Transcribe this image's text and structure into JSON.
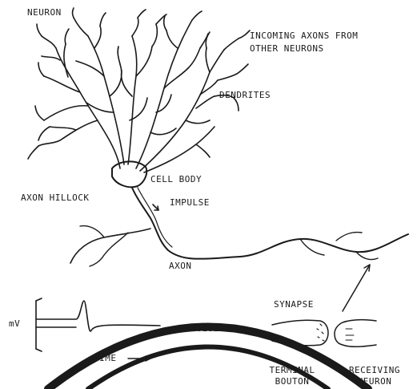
{
  "title": "NEURON",
  "labels": {
    "incoming_line1": "INCOMING AXONS FROM",
    "incoming_line2": "OTHER NEURONS",
    "dendrites": "DENDRITES",
    "cell_body": "CELL BODY",
    "axon_hillock": "AXON HILLOCK",
    "impulse_top": "IMPULSE",
    "axon": "AXON",
    "synapse": "SYNAPSE",
    "mv": "mV",
    "impulse_graph": "IMPULSE",
    "time": "TIME",
    "terminal_line1": "TERMINAL",
    "terminal_line2": "BOUTON",
    "receiving_line1": "RECEIVING",
    "receiving_line2": "NEURON"
  },
  "colors": {
    "ink": "#1a1a1a",
    "background": "#ffffff",
    "watermark": "#e8e8e8"
  }
}
